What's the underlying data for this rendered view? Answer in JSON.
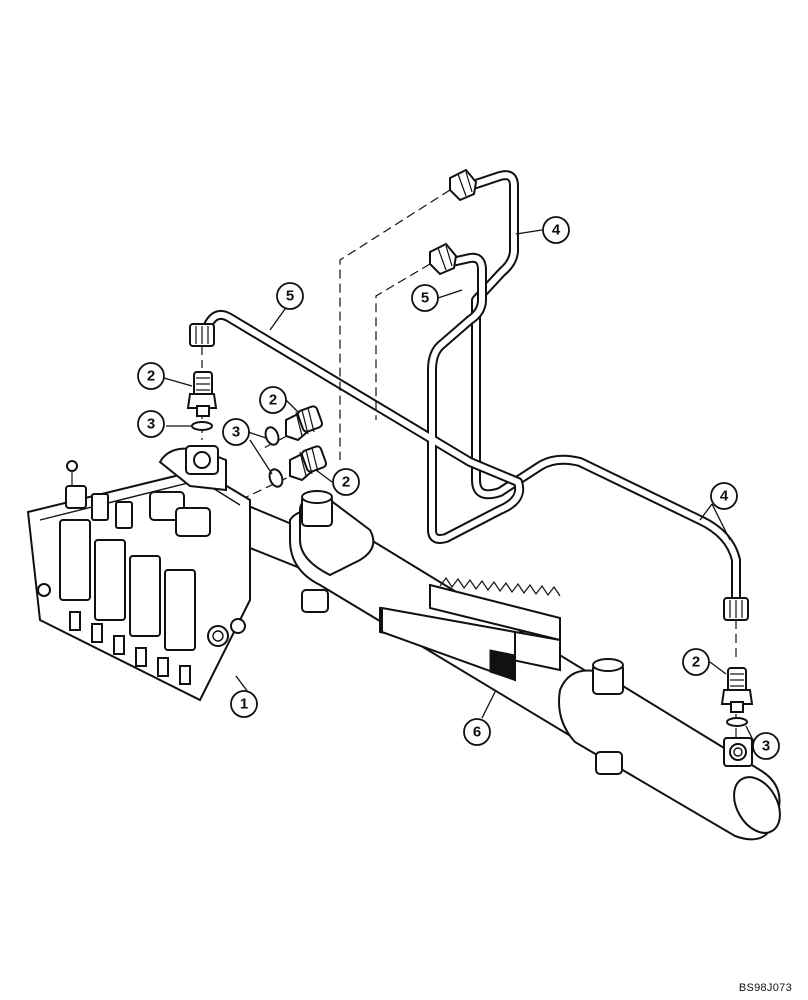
{
  "callouts": {
    "c1": "1",
    "c2a": "2",
    "c2b": "2",
    "c2c": "2",
    "c2d": "2",
    "c3a": "3",
    "c3b": "3",
    "c3c": "3",
    "c4a": "4",
    "c4b": "4",
    "c5a": "5",
    "c5b": "5",
    "c6": "6"
  },
  "figure_code": "BS98J073"
}
